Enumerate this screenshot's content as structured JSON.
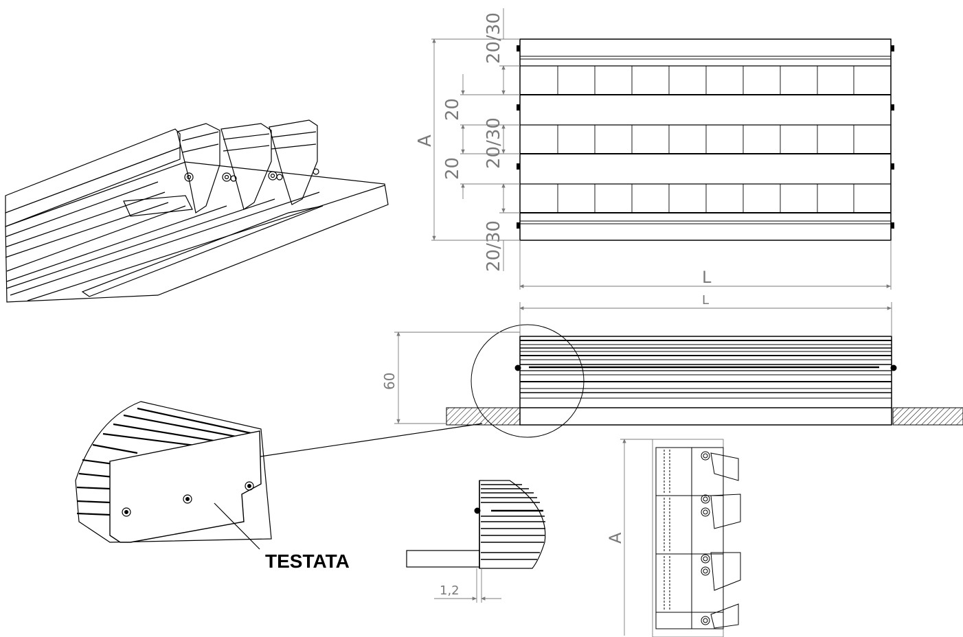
{
  "drawing": {
    "front_dims": {
      "top_pitch": "20/30",
      "mid_pitch_1": "20/30",
      "bottom_pitch": "20/30",
      "slat_1": "20",
      "slat_2": "20",
      "height": "A",
      "length": "L"
    },
    "side_dims": {
      "length": "L",
      "depth": "60"
    },
    "detail_dims": {
      "thickness": "1,2"
    },
    "section_dims": {
      "height": "A"
    },
    "callout_label": "TESTATA",
    "colors": {
      "line": "#000000",
      "dimension": "#7a7a7a",
      "hatch": "#000000"
    }
  }
}
